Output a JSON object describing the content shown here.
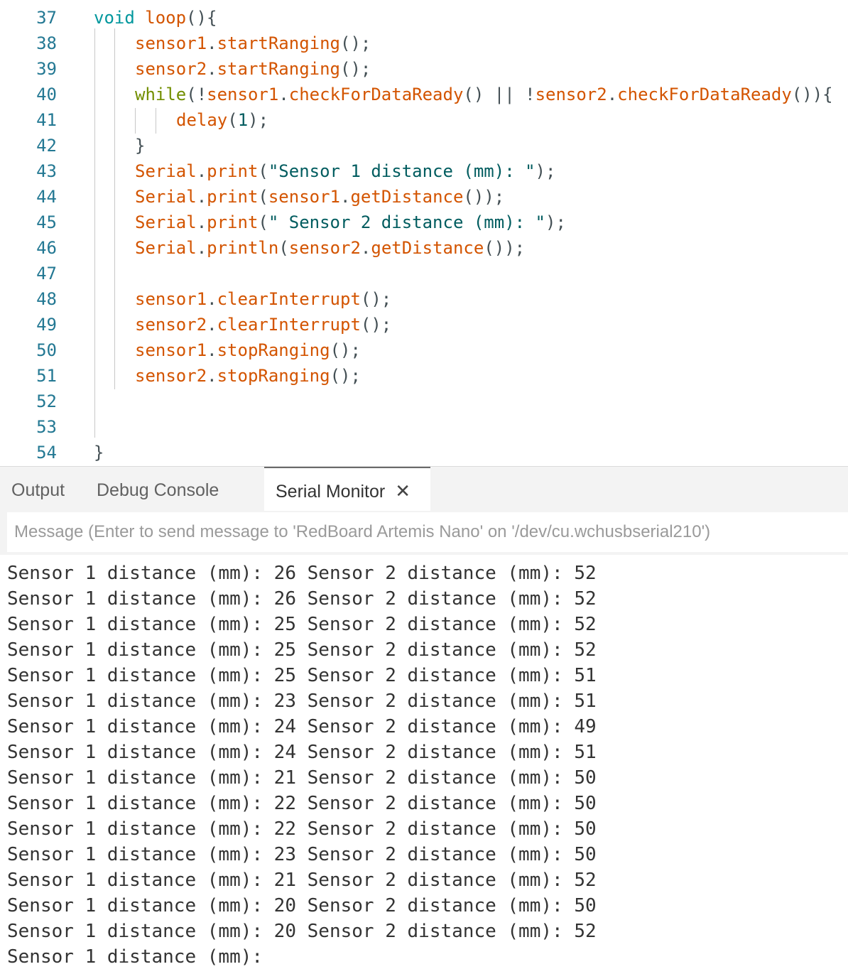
{
  "editor": {
    "lines": [
      {
        "num": "37",
        "tokens": [
          {
            "t": "void",
            "c": "ty"
          },
          {
            "t": " ",
            "c": "pu"
          },
          {
            "t": "loop",
            "c": "fn"
          },
          {
            "t": "(){",
            "c": "pu"
          }
        ]
      },
      {
        "num": "38",
        "tokens": [
          {
            "t": "sensor1",
            "c": "obj"
          },
          {
            "t": ".",
            "c": "pu"
          },
          {
            "t": "startRanging",
            "c": "fn"
          },
          {
            "t": "();",
            "c": "pu"
          }
        ]
      },
      {
        "num": "39",
        "tokens": [
          {
            "t": "sensor2",
            "c": "obj"
          },
          {
            "t": ".",
            "c": "pu"
          },
          {
            "t": "startRanging",
            "c": "fn"
          },
          {
            "t": "();",
            "c": "pu"
          }
        ]
      },
      {
        "num": "40",
        "tokens": [
          {
            "t": "while",
            "c": "kw"
          },
          {
            "t": "(!",
            "c": "pu"
          },
          {
            "t": "sensor1",
            "c": "obj"
          },
          {
            "t": ".",
            "c": "pu"
          },
          {
            "t": "checkForDataReady",
            "c": "fn"
          },
          {
            "t": "() || !",
            "c": "pu"
          },
          {
            "t": "sensor2",
            "c": "obj"
          },
          {
            "t": ".",
            "c": "pu"
          },
          {
            "t": "checkForDataReady",
            "c": "fn"
          },
          {
            "t": "()){",
            "c": "pu"
          }
        ]
      },
      {
        "num": "41",
        "tokens": [
          {
            "t": "delay",
            "c": "fn"
          },
          {
            "t": "(",
            "c": "pu"
          },
          {
            "t": "1",
            "c": "nm"
          },
          {
            "t": ");",
            "c": "pu"
          }
        ]
      },
      {
        "num": "42",
        "tokens": [
          {
            "t": "}",
            "c": "pu"
          }
        ]
      },
      {
        "num": "43",
        "tokens": [
          {
            "t": "Serial",
            "c": "obj"
          },
          {
            "t": ".",
            "c": "pu"
          },
          {
            "t": "print",
            "c": "fn"
          },
          {
            "t": "(",
            "c": "pu"
          },
          {
            "t": "\"Sensor 1 distance (mm): \"",
            "c": "st"
          },
          {
            "t": ");",
            "c": "pu"
          }
        ]
      },
      {
        "num": "44",
        "tokens": [
          {
            "t": "Serial",
            "c": "obj"
          },
          {
            "t": ".",
            "c": "pu"
          },
          {
            "t": "print",
            "c": "fn"
          },
          {
            "t": "(",
            "c": "pu"
          },
          {
            "t": "sensor1",
            "c": "obj"
          },
          {
            "t": ".",
            "c": "pu"
          },
          {
            "t": "getDistance",
            "c": "fn"
          },
          {
            "t": "());",
            "c": "pu"
          }
        ]
      },
      {
        "num": "45",
        "tokens": [
          {
            "t": "Serial",
            "c": "obj"
          },
          {
            "t": ".",
            "c": "pu"
          },
          {
            "t": "print",
            "c": "fn"
          },
          {
            "t": "(",
            "c": "pu"
          },
          {
            "t": "\" Sensor 2 distance (mm): \"",
            "c": "st"
          },
          {
            "t": ");",
            "c": "pu"
          }
        ]
      },
      {
        "num": "46",
        "tokens": [
          {
            "t": "Serial",
            "c": "obj"
          },
          {
            "t": ".",
            "c": "pu"
          },
          {
            "t": "println",
            "c": "fn"
          },
          {
            "t": "(",
            "c": "pu"
          },
          {
            "t": "sensor2",
            "c": "obj"
          },
          {
            "t": ".",
            "c": "pu"
          },
          {
            "t": "getDistance",
            "c": "fn"
          },
          {
            "t": "());",
            "c": "pu"
          }
        ]
      },
      {
        "num": "47",
        "tokens": []
      },
      {
        "num": "48",
        "tokens": [
          {
            "t": "sensor1",
            "c": "obj"
          },
          {
            "t": ".",
            "c": "pu"
          },
          {
            "t": "clearInterrupt",
            "c": "fn"
          },
          {
            "t": "();",
            "c": "pu"
          }
        ]
      },
      {
        "num": "49",
        "tokens": [
          {
            "t": "sensor2",
            "c": "obj"
          },
          {
            "t": ".",
            "c": "pu"
          },
          {
            "t": "clearInterrupt",
            "c": "fn"
          },
          {
            "t": "();",
            "c": "pu"
          }
        ]
      },
      {
        "num": "50",
        "tokens": [
          {
            "t": "sensor1",
            "c": "obj"
          },
          {
            "t": ".",
            "c": "pu"
          },
          {
            "t": "stopRanging",
            "c": "fn"
          },
          {
            "t": "();",
            "c": "pu"
          }
        ]
      },
      {
        "num": "51",
        "tokens": [
          {
            "t": "sensor2",
            "c": "obj"
          },
          {
            "t": ".",
            "c": "pu"
          },
          {
            "t": "stopRanging",
            "c": "fn"
          },
          {
            "t": "();",
            "c": "pu"
          }
        ]
      },
      {
        "num": "52",
        "tokens": []
      },
      {
        "num": "53",
        "tokens": []
      },
      {
        "num": "54",
        "tokens": [
          {
            "t": "}",
            "c": "pu"
          }
        ]
      }
    ]
  },
  "panel": {
    "tabs": [
      {
        "label": "Output"
      },
      {
        "label": "Debug Console"
      },
      {
        "label": "Serial Monitor",
        "active": true
      }
    ],
    "close_glyph": "✕",
    "message_placeholder": "Message (Enter to send message to 'RedBoard Artemis Nano' on '/dev/cu.wchusbserial210')",
    "serial_lines": [
      "Sensor 1 distance (mm): 26 Sensor 2 distance (mm): 52",
      "Sensor 1 distance (mm): 26 Sensor 2 distance (mm): 52",
      "Sensor 1 distance (mm): 25 Sensor 2 distance (mm): 52",
      "Sensor 1 distance (mm): 25 Sensor 2 distance (mm): 52",
      "Sensor 1 distance (mm): 25 Sensor 2 distance (mm): 51",
      "Sensor 1 distance (mm): 23 Sensor 2 distance (mm): 51",
      "Sensor 1 distance (mm): 24 Sensor 2 distance (mm): 49",
      "Sensor 1 distance (mm): 24 Sensor 2 distance (mm): 51",
      "Sensor 1 distance (mm): 21 Sensor 2 distance (mm): 50",
      "Sensor 1 distance (mm): 22 Sensor 2 distance (mm): 50",
      "Sensor 1 distance (mm): 22 Sensor 2 distance (mm): 50",
      "Sensor 1 distance (mm): 23 Sensor 2 distance (mm): 50",
      "Sensor 1 distance (mm): 21 Sensor 2 distance (mm): 52",
      "Sensor 1 distance (mm): 20 Sensor 2 distance (mm): 50",
      "Sensor 1 distance (mm): 20 Sensor 2 distance (mm): 52",
      "Sensor 1 distance (mm):"
    ]
  }
}
